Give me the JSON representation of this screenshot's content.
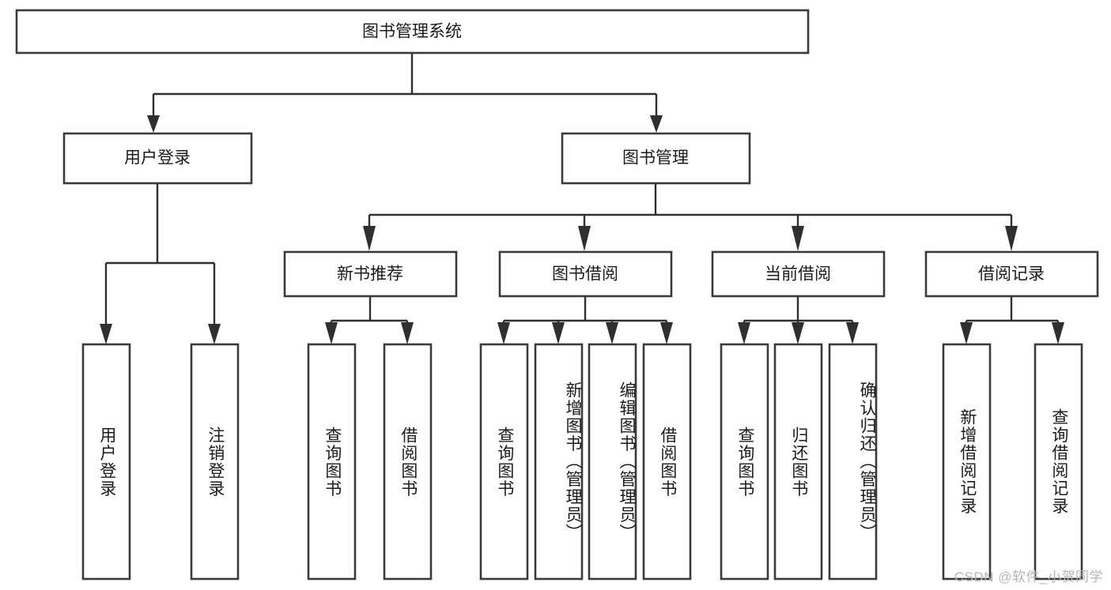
{
  "diagram": {
    "title": "图书管理系统",
    "type": "tree-hierarchy",
    "watermark": "CSDN @软件_小贺同学",
    "colors": {
      "box_stroke": "#3a3a3a",
      "box_fill": "#ffffff",
      "connector": "#2f2f2f",
      "text": "#1b1b1b",
      "background": "#ffffff",
      "watermark_text": "#b6b6b6"
    },
    "root": {
      "id": "root",
      "label": "图书管理系统"
    },
    "level1": [
      {
        "id": "user-login",
        "label": "用户登录"
      },
      {
        "id": "book-manage",
        "label": "图书管理"
      }
    ],
    "level2": [
      {
        "id": "new-book-recommend",
        "label": "新书推荐",
        "parent": "book-manage"
      },
      {
        "id": "book-borrow",
        "label": "图书借阅",
        "parent": "book-manage"
      },
      {
        "id": "current-borrow",
        "label": "当前借阅",
        "parent": "book-manage"
      },
      {
        "id": "borrow-record",
        "label": "借阅记录",
        "parent": "book-manage"
      }
    ],
    "leaves": [
      {
        "id": "leaf-user-login",
        "label": "用户登录",
        "parent": "user-login"
      },
      {
        "id": "leaf-logout-login",
        "label": "注销登录",
        "parent": "user-login"
      },
      {
        "id": "leaf-query-book-1",
        "label": "查询图书",
        "parent": "new-book-recommend"
      },
      {
        "id": "leaf-borrow-book-1",
        "label": "借阅图书",
        "parent": "new-book-recommend"
      },
      {
        "id": "leaf-query-book-2",
        "label": "查询图书",
        "parent": "book-borrow"
      },
      {
        "id": "leaf-add-book",
        "label": "新增图书（管理员）",
        "parent": "book-borrow"
      },
      {
        "id": "leaf-edit-book",
        "label": "编辑图书（管理员）",
        "parent": "book-borrow"
      },
      {
        "id": "leaf-borrow-book-2",
        "label": "借阅图书",
        "parent": "book-borrow"
      },
      {
        "id": "leaf-query-book-3",
        "label": "查询图书",
        "parent": "current-borrow"
      },
      {
        "id": "leaf-return-book",
        "label": "归还图书",
        "parent": "current-borrow"
      },
      {
        "id": "leaf-confirm-return",
        "label": "确认归还（管理员）",
        "parent": "current-borrow"
      },
      {
        "id": "leaf-add-record",
        "label": "新增借阅记录",
        "parent": "borrow-record"
      },
      {
        "id": "leaf-query-record",
        "label": "查询借阅记录",
        "parent": "borrow-record"
      }
    ]
  }
}
